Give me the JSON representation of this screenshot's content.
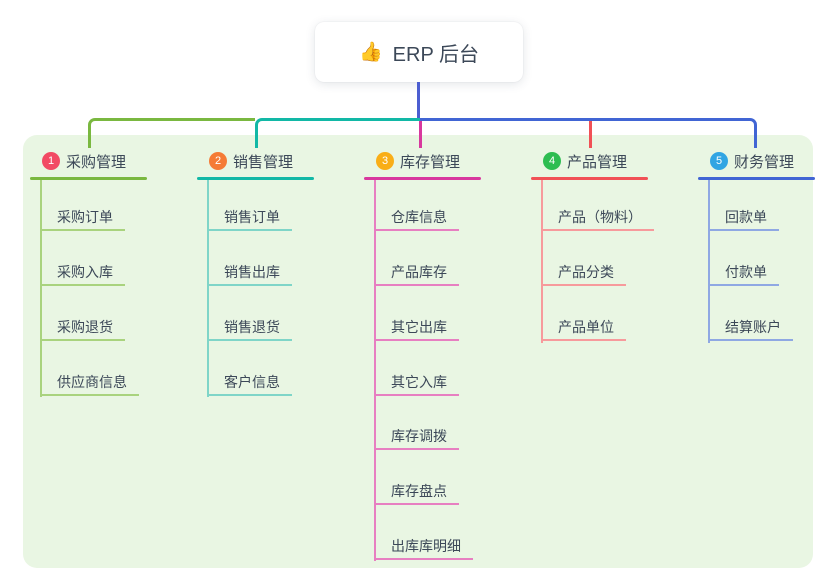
{
  "root": {
    "icon": "👍",
    "label": "ERP 后台"
  },
  "colors": {
    "stem": "#4c5ed1",
    "panel_bg": "#e9f6e3",
    "text": "#3c4858",
    "canvas_bg": "#ffffff"
  },
  "branches": [
    {
      "badge": "1",
      "label": "采购管理",
      "badge_color": "#f24a64",
      "line_color": "#7ab840",
      "child_line_color": "#a9d37e",
      "children": [
        "采购订单",
        "采购入库",
        "采购退货",
        "供应商信息"
      ]
    },
    {
      "badge": "2",
      "label": "销售管理",
      "badge_color": "#f57b35",
      "line_color": "#12b8a6",
      "child_line_color": "#7fd5c8",
      "children": [
        "销售订单",
        "销售出库",
        "销售退货",
        "客户信息"
      ]
    },
    {
      "badge": "3",
      "label": "库存管理",
      "badge_color": "#f9ae17",
      "line_color": "#d8389e",
      "child_line_color": "#e77fc1",
      "children": [
        "仓库信息",
        "产品库存",
        "其它出库",
        "其它入库",
        "库存调拨",
        "库存盘点",
        "出库库明细"
      ]
    },
    {
      "badge": "4",
      "label": "产品管理",
      "badge_color": "#2dbd51",
      "line_color": "#f15156",
      "child_line_color": "#f79a9c",
      "children": [
        "产品（物料）",
        "产品分类",
        "产品单位"
      ]
    },
    {
      "badge": "5",
      "label": "财务管理",
      "badge_color": "#31a5e3",
      "line_color": "#4165d4",
      "child_line_color": "#8fa8e3",
      "children": [
        "回款单",
        "付款单",
        "结算账户"
      ]
    }
  ]
}
